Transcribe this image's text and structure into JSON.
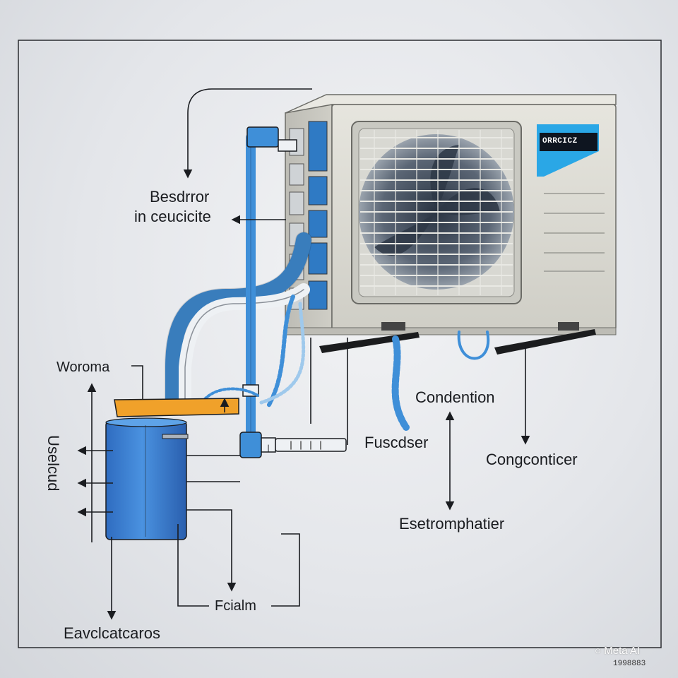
{
  "labels": {
    "top_left_line1": "Besdrror",
    "top_left_line2": "in ceucicite",
    "left_top": "Woroma",
    "left_vertical": "Uselcud",
    "condention": "Condention",
    "fuscdser": "Fuscdser",
    "congcontier": "Congconticer",
    "esetromphatier": "Esetromphatier",
    "fcialm": "Fcialm",
    "bottom": "Eavclcatcaros"
  },
  "unit": {
    "brand": "ORRCICZ"
  },
  "watermark": {
    "text": "Meta AI",
    "code": "1998883"
  },
  "colors": {
    "pipe_blue": "#3f8fd8",
    "pipe_white": "#eef1f4",
    "tank_blue": "#3d7fd0",
    "plate_orange": "#f0a12a",
    "unit_body": "#d9d8d1",
    "brand_accent": "#2aa7e6",
    "outline": "#1a1c20"
  }
}
